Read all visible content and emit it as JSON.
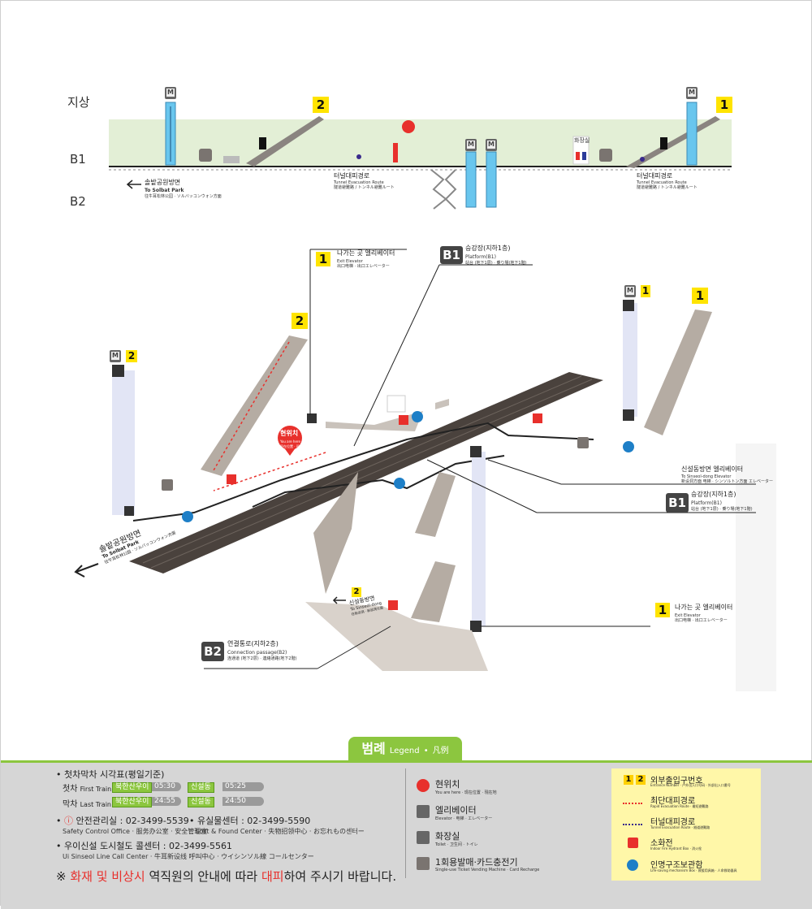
{
  "colors": {
    "accent_green": "#8cc63f",
    "exit_yellow": "#ffe400",
    "evacuation_red": "#e8302c",
    "route_blue": "#3a2a8c",
    "elevator_blue": "#69c6ee",
    "track_dark": "#4a423d",
    "stair_brown": "#b5aca3",
    "ground_green": "#e3efd6"
  },
  "section": {
    "levels": [
      "지상",
      "B1",
      "B2"
    ],
    "exit_2": "2",
    "exit_1": "1",
    "toilet": "화장실",
    "tunnel_route_left": "터널대피경로",
    "tunnel_route_left_en": "Tunnel Evacuation Route",
    "tunnel_route_left_sub": "隧道避難路 / トンネル避難ルート",
    "tunnel_route_right": "터널대피경로",
    "tunnel_route_right_en": "Tunnel Evacuation Route",
    "tunnel_route_right_sub": "隧道避難路 / トンネル避難ルート",
    "direction": "솔밭공원방면",
    "direction_en": "To Solbat Park",
    "direction_sub": "往牛耳松林公园 · ソルバッコンウォン方面"
  },
  "map": {
    "exit1_elev_top": {
      "num": "1",
      "title": "나가는 곳 엘리베이터",
      "en": "Exit Elevator",
      "sub": "出口电梯 · 出口エレベーター"
    },
    "platform_top": {
      "badge": "B1",
      "title": "승강장(지하1층)",
      "en": "Platform(B1)",
      "sub": "站台 (地下1层) · 乗り場(地下1階)"
    },
    "exit2_num": "2",
    "elev2_num": "2",
    "elev1_num": "1",
    "exit1_num": "1",
    "you_are_here": "현위치",
    "you_are_here_en": "You are here",
    "you_are_here_sub": "现在位置 · 現在地",
    "sinseol_elev": {
      "title": "신설동방면 엘리베이터",
      "en": "To Sinseol-dong Elevator",
      "sub": "新设洞方面 电梯 · シンソルトン方面 エレベーター"
    },
    "platform_right": {
      "badge": "B1",
      "title": "승강장(지하1층)",
      "en": "Platform(B1)",
      "sub": "站台 (地下1层) · 乗り場(地下1階)"
    },
    "exit1_elev_bottom": {
      "num": "1",
      "title": "나가는 곳 엘리베이터",
      "en": "Exit Elevator",
      "sub": "出口电梯 · 出口エレベーター"
    },
    "direction_left": "솔밭공원방면",
    "direction_left_en": "To Solbat Park",
    "direction_left_sub": "往牛耳松林公园 · ソルバッコンウォン方面",
    "direction_sinseol": "신설동방면",
    "direction_sinseol_en": "To Sinseol-dong",
    "direction_sinseol_sub": "往新设洞 · 新設洞方面",
    "direction_sinseol_num": "2",
    "connection": {
      "badge": "B2",
      "title": "연결통로(지하2층)",
      "en": "Connection passage(B2)",
      "sub": "连通道 (地下2层) · 連絡通路(地下2階)"
    }
  },
  "legend": {
    "title": "범례",
    "title_en": "Legend",
    "title_cn": "凡例",
    "timetable_title": "첫차막차 시각표(평일기준)",
    "first_train": "첫차",
    "first_train_en": "First Train",
    "last_train": "막차",
    "last_train_en": "Last Train",
    "rows": [
      {
        "d1": "북한산우이",
        "t1": "05:30",
        "d2": "신설동",
        "t2": "05:25"
      },
      {
        "d1": "북한산우이",
        "t1": "24:55",
        "d2": "신설동",
        "t2": "24:50"
      }
    ],
    "safety": "안전관리실 : 02-3499-5539",
    "safety_en": "Safety Control Office · 服务办公室 · 安全管理室",
    "lost": "유실물센터 : 02-3499-5590",
    "lost_en": "Lost & Found Center · 失物招领中心 · お忘れもの센터ー",
    "callcenter": "우이신설 도시철도 콜센터 : 02-3499-5561",
    "callcenter_en": "Ui Sinseol Line Call Center · 牛耳新设线 呼叫中心 · ウイシンソル線 コールセンター",
    "notice_pre": "※ ",
    "notice_red1": "화재 및 비상시",
    "notice_mid": " 역직원의 안내에 따라 ",
    "notice_red2": "대피",
    "notice_post": "하여 주시기 바랍니다.",
    "items": [
      {
        "label": "현위치",
        "en": "You are here · 现在位置 · 現在地"
      },
      {
        "label": "엘리베이터",
        "en": "Elevator · 电梯 · エレベーター"
      },
      {
        "label": "화장실",
        "en": "Toilet · 卫生间 · トイレ"
      },
      {
        "label": "1회용발매·카드충전기",
        "en": "Single-use Ticket Vending Machine · Card Recharge"
      }
    ],
    "box": [
      {
        "label": "외부출입구번호",
        "en": "Entrance Number · 户外出入口号码 · 外部出入口番号"
      },
      {
        "label": "최단대피경로",
        "en": "Rapid Evacuation Route · 最短避難路"
      },
      {
        "label": "터널대피경로",
        "en": "Tunnel Evacuation Route · 隧道避難路"
      },
      {
        "label": "소화전",
        "en": "Indoor Fire Hydrant Box · 消火栓"
      },
      {
        "label": "인명구조보관함",
        "en": "Life-saving mechanism Box · 救援用具箱 · 人命救助器具"
      }
    ],
    "box_nums": [
      "1",
      "2"
    ]
  }
}
